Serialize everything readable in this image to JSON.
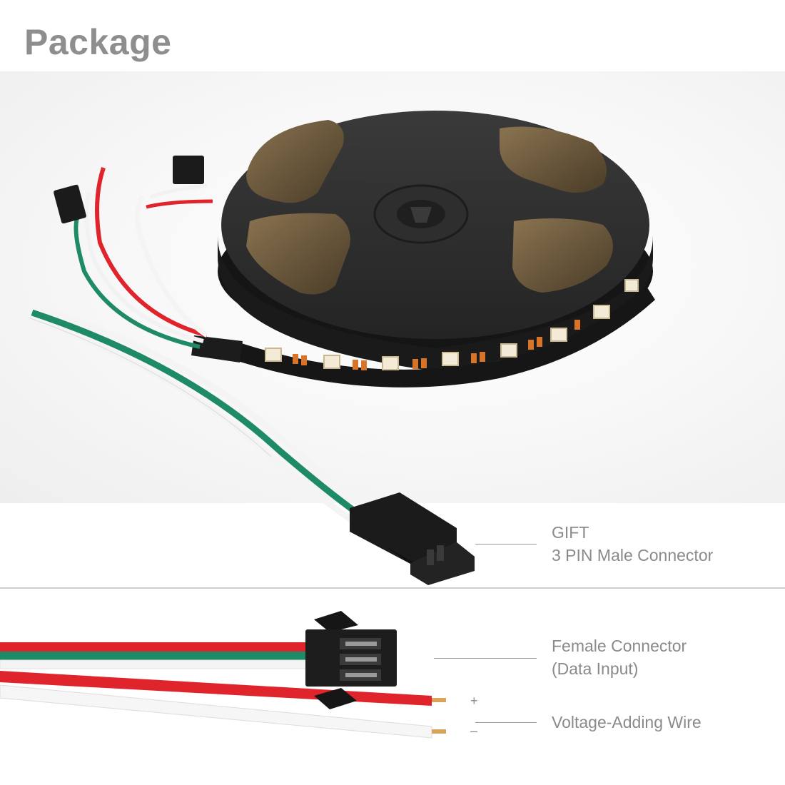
{
  "heading": "Package",
  "labels": {
    "gift_line1": "GIFT",
    "gift_line2": "3 PIN Male Connector",
    "female_line1": "Female Connector",
    "female_line2": "(Data Input)",
    "voltage": "Voltage-Adding Wire",
    "plus": "+",
    "minus": "–"
  },
  "colors": {
    "title_gray": "#8e8e8e",
    "label_gray": "#8a8a8a",
    "wire_red": "#e0242c",
    "wire_green": "#1f8a68",
    "wire_white": "#f4f4f4",
    "reel_black": "#2a2a2a",
    "connector_black": "#1b1b1b"
  }
}
